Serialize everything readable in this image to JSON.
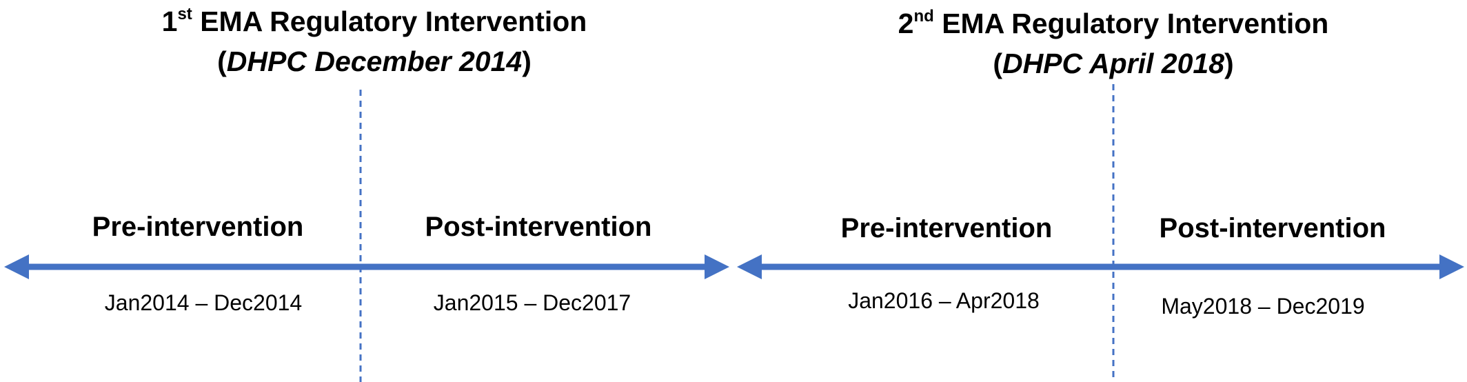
{
  "interventions": [
    {
      "title_number": "1",
      "title_suffix": "st",
      "title_text": " EMA Regulatory Intervention",
      "subtitle_open": "(",
      "subtitle_italic": "DHPC December 2014",
      "subtitle_close": ")",
      "pre_label": "Pre-intervention",
      "post_label": "Post-intervention",
      "pre_period": "Jan2014 – Dec2014",
      "post_period": "Jan2015 – Dec2017"
    },
    {
      "title_number": "2",
      "title_suffix": "nd",
      "title_text": " EMA Regulatory Intervention",
      "subtitle_open": "(",
      "subtitle_italic": "DHPC April 2018",
      "subtitle_close": ")",
      "pre_label": "Pre-intervention",
      "post_label": "Post-intervention",
      "pre_period": "Jan2016 – Apr2018",
      "post_period": "May2018 – Dec2019"
    }
  ],
  "colors": {
    "arrow": "#4472C4",
    "divider": "#4472C4",
    "text": "#000000"
  }
}
